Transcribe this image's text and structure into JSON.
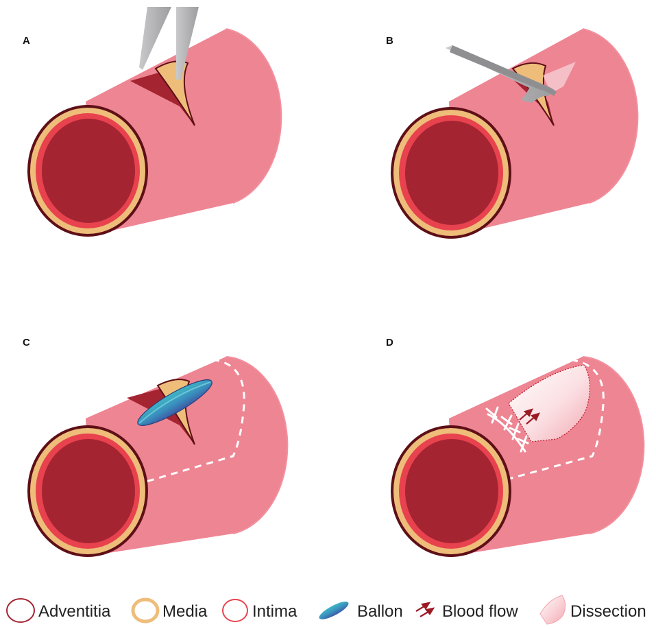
{
  "panels": [
    {
      "label": "A",
      "tool": "scissors"
    },
    {
      "label": "B",
      "tool": "spatula"
    },
    {
      "label": "C",
      "tool": "balloon"
    },
    {
      "label": "D",
      "tool": "suture"
    }
  ],
  "legend": {
    "adventitia": "Adventitia",
    "media": "Media",
    "intima": "Intima",
    "balloon": "Ballon",
    "blood_flow": "Blood flow",
    "dissection": "Dissection"
  },
  "colors": {
    "vessel_body": "#ee8593",
    "vessel_cap": "#f17f8f",
    "adventitia": "#5e0f17",
    "media": "#eebd7a",
    "intima": "#e8424e",
    "lumen": "#a42432",
    "tool_gray": "#b7b7b9",
    "balloon_teal": "#3fb7c6",
    "balloon_blue": "#3c5aa6",
    "blood_flow_arrow": "#9b1b24"
  }
}
